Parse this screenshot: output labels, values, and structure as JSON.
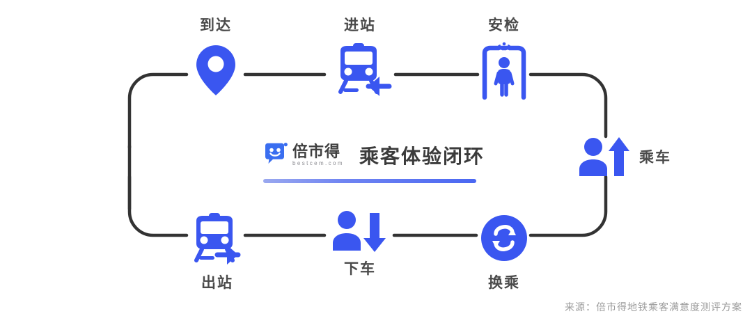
{
  "colors": {
    "brand_blue": "#3a56f0",
    "path_dark": "#333333",
    "label_gray": "#4a4a4a",
    "footer_gray": "#9b9b9b",
    "underline_from": "#9aa8ef",
    "underline_to": "#4a67f2"
  },
  "center": {
    "logo_cn": "倍市得",
    "logo_domain": "bestcem.com",
    "logo_icon": "smiley-chat-bubble-icon",
    "title": "乘客体验闭环"
  },
  "nodes": [
    {
      "id": "arrival",
      "label": "到达",
      "icon": "map-pin-icon",
      "position": "top"
    },
    {
      "id": "enter-station",
      "label": "进站",
      "icon": "train-arrow-left-icon",
      "position": "top"
    },
    {
      "id": "security-check",
      "label": "安检",
      "icon": "security-gate-person-icon",
      "position": "top"
    },
    {
      "id": "boarding",
      "label": "乘车",
      "icon": "person-arrow-up-icon",
      "position": "right"
    },
    {
      "id": "transfer",
      "label": "换乘",
      "icon": "sync-circle-icon",
      "position": "bottom"
    },
    {
      "id": "alighting",
      "label": "下车",
      "icon": "person-arrow-down-icon",
      "position": "bottom"
    },
    {
      "id": "exit-station",
      "label": "出站",
      "icon": "train-arrow-right-icon",
      "position": "bottom"
    }
  ],
  "footer": {
    "source": "来源：倍市得地铁乘客满意度测评方案"
  }
}
